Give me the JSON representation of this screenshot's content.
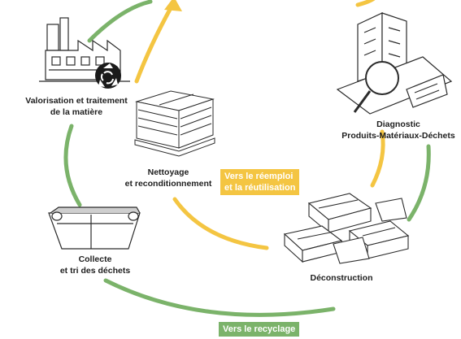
{
  "colors": {
    "green": "#7bb36a",
    "yellow": "#f4c542",
    "ink": "#2b2b2b",
    "recycle": "#1a1a1a"
  },
  "stages": [
    {
      "key": "valorisation",
      "label": "Valorisation et traitement\nde la matière",
      "icon": "factory-icon"
    },
    {
      "key": "diagnostic",
      "label": "Diagnostic\nProduits-Matériaux-Déchets",
      "icon": "magnifier-building-icon"
    },
    {
      "key": "nettoyage",
      "label": "Nettoyage\net reconditionnement",
      "icon": "pallet-stack-icon"
    },
    {
      "key": "collecte",
      "label": "Collecte\net tri des déchets",
      "icon": "skip-container-icon"
    },
    {
      "key": "deconstruction",
      "label": "Déconstruction",
      "icon": "rubble-blocks-icon"
    }
  ],
  "tags": {
    "reemploi": "Vers le réemploi\net la réutilisation",
    "recyclage": "Vers le recyclage"
  }
}
